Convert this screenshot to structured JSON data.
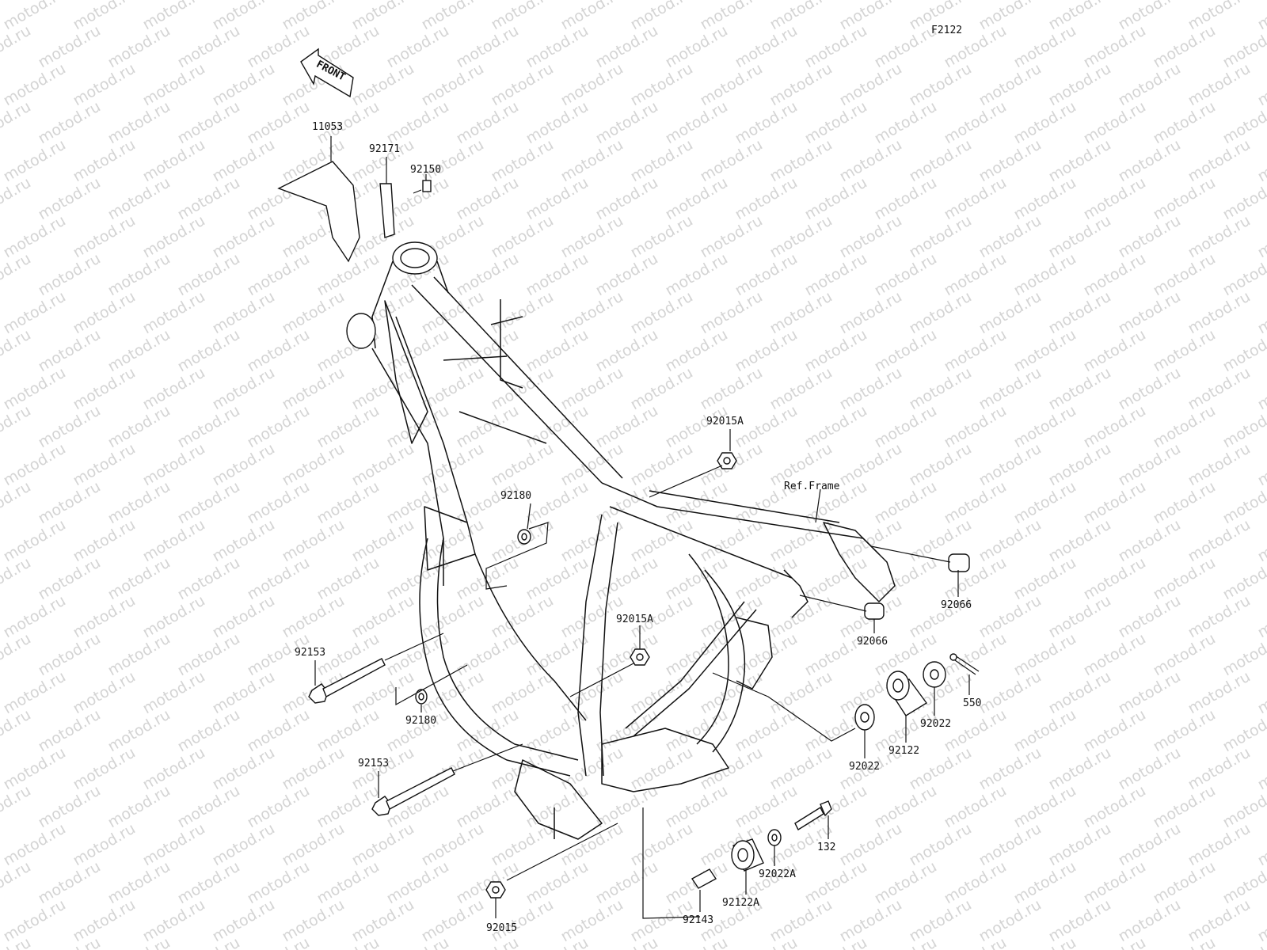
{
  "diagram": {
    "figure_code": "F2122",
    "front_label": "FRONT",
    "ref_frame_label": "Ref.Frame",
    "watermark_text": "motod.ru",
    "parts": [
      {
        "id": "p11053",
        "number": "11053"
      },
      {
        "id": "p92171",
        "number": "92171"
      },
      {
        "id": "p92150",
        "number": "92150"
      },
      {
        "id": "p92015A_top",
        "number": "92015A"
      },
      {
        "id": "p92180_top",
        "number": "92180"
      },
      {
        "id": "p92066_a",
        "number": "92066"
      },
      {
        "id": "p92066_b",
        "number": "92066"
      },
      {
        "id": "p92015A_mid",
        "number": "92015A"
      },
      {
        "id": "p92153_top",
        "number": "92153"
      },
      {
        "id": "p92180_bot",
        "number": "92180"
      },
      {
        "id": "p550",
        "number": "550"
      },
      {
        "id": "p92022_right",
        "number": "92022"
      },
      {
        "id": "p92122",
        "number": "92122"
      },
      {
        "id": "p92022_left",
        "number": "92022"
      },
      {
        "id": "p92153_bot",
        "number": "92153"
      },
      {
        "id": "p132",
        "number": "132"
      },
      {
        "id": "p92022A",
        "number": "92022A"
      },
      {
        "id": "p92122A",
        "number": "92122A"
      },
      {
        "id": "p92143",
        "number": "92143"
      },
      {
        "id": "p92015",
        "number": "92015"
      }
    ]
  }
}
